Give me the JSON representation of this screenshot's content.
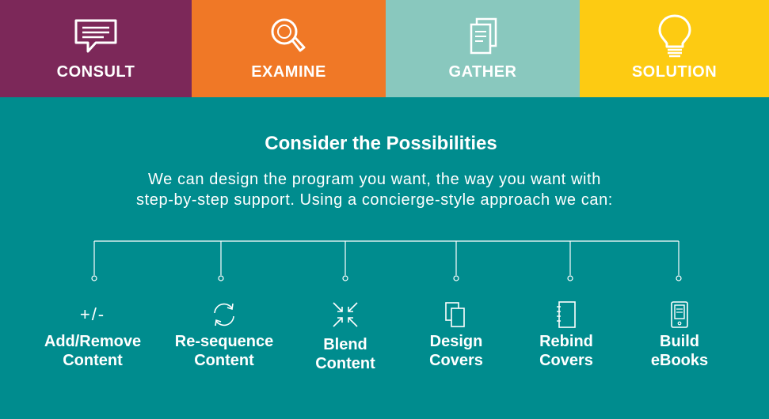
{
  "colors": {
    "background": "#008C8E",
    "consult": "#7C2859",
    "examine": "#F07826",
    "gather": "#89C8BE",
    "solution": "#FDCB12"
  },
  "steps": [
    {
      "label": "CONSULT",
      "icon": "speech-bubble-icon"
    },
    {
      "label": "EXAMINE",
      "icon": "magnifier-icon"
    },
    {
      "label": "GATHER",
      "icon": "documents-icon"
    },
    {
      "label": "SOLUTION",
      "icon": "lightbulb-icon"
    }
  ],
  "heading": "Consider the Possibilities",
  "intro": {
    "line1": "We can design the program you want, the way you want with",
    "line2": "step-by-step support. Using a concierge-style approach we can:"
  },
  "options": [
    {
      "line1": "Add/Remove",
      "line2": "Content",
      "icon": "plus-minus-icon",
      "icon_text": "+/-"
    },
    {
      "line1": "Re-sequence",
      "line2": "Content",
      "icon": "refresh-arrows-icon"
    },
    {
      "line1": "Blend",
      "line2": "Content",
      "icon": "converge-arrows-icon"
    },
    {
      "line1": "Design",
      "line2": "Covers",
      "icon": "stacked-pages-icon"
    },
    {
      "line1": "Rebind",
      "line2": "Covers",
      "icon": "spiral-notebook-icon"
    },
    {
      "line1": "Build",
      "line2": "eBooks",
      "icon": "ereader-icon"
    }
  ]
}
